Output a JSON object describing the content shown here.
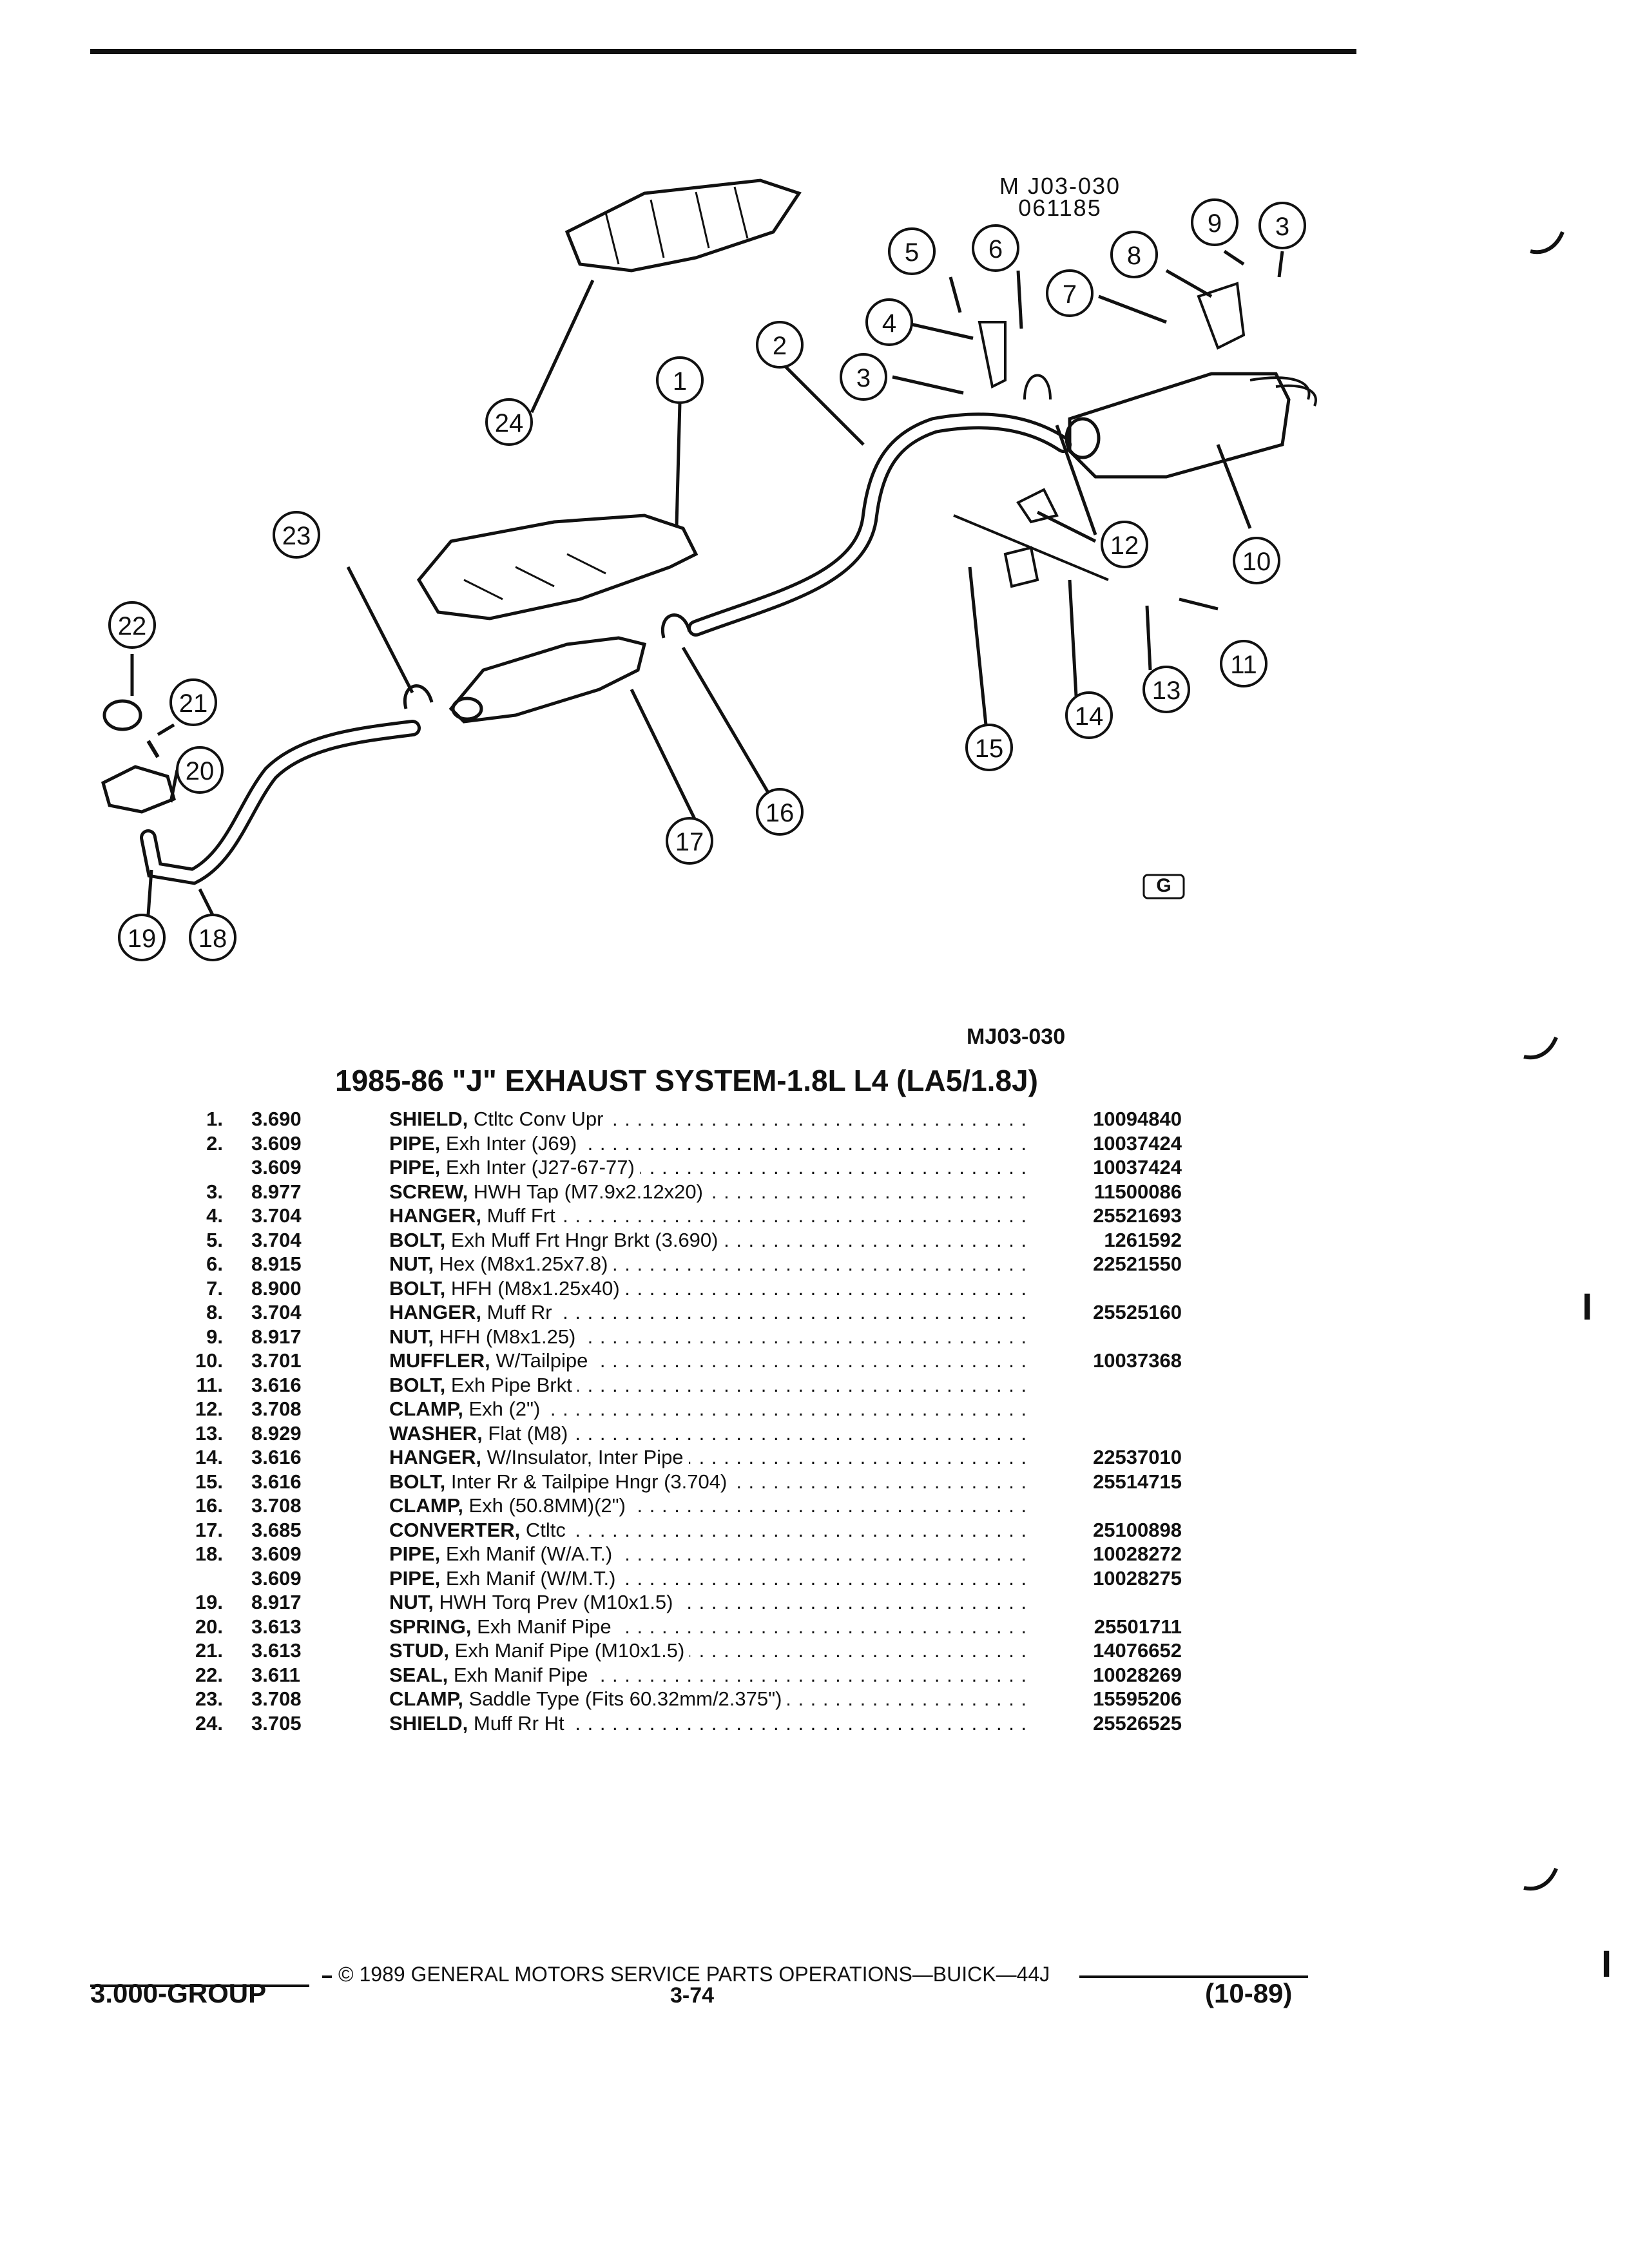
{
  "diagram": {
    "ref_code": "MJ03-030",
    "ref_code_spaced": "M J03-030",
    "ref_date": "061185",
    "logo_letter": "G",
    "callouts": [
      "1",
      "2",
      "3",
      "4",
      "5",
      "6",
      "7",
      "8",
      "9",
      "10",
      "11",
      "12",
      "13",
      "14",
      "15",
      "16",
      "17",
      "18",
      "19",
      "20",
      "21",
      "22",
      "23",
      "24"
    ]
  },
  "title": "1985-86 \"J\" EXHAUST SYSTEM-1.8L L4 (LA5/1.8J)",
  "parts": [
    {
      "no": "1.",
      "group": "3.690",
      "name": "SHIELD,",
      "desc": "Ctltc Conv Upr",
      "pn": "10094840"
    },
    {
      "no": "2.",
      "group": "3.609",
      "name": "PIPE,",
      "desc": "Exh Inter (J69)",
      "pn": "10037424"
    },
    {
      "no": "",
      "group": "3.609",
      "name": "PIPE,",
      "desc": "Exh Inter (J27-67-77)",
      "pn": "10037424"
    },
    {
      "no": "3.",
      "group": "8.977",
      "name": "SCREW,",
      "desc": "HWH Tap (M7.9x2.12x20)",
      "pn": "11500086"
    },
    {
      "no": "4.",
      "group": "3.704",
      "name": "HANGER,",
      "desc": "Muff Frt",
      "pn": "25521693"
    },
    {
      "no": "5.",
      "group": "3.704",
      "name": "BOLT,",
      "desc": "Exh Muff Frt Hngr Brkt (3.690)",
      "pn": "1261592"
    },
    {
      "no": "6.",
      "group": "8.915",
      "name": "NUT,",
      "desc": "Hex (M8x1.25x7.8)",
      "pn": "22521550"
    },
    {
      "no": "7.",
      "group": "8.900",
      "name": "BOLT,",
      "desc": "HFH (M8x1.25x40)",
      "pn": ""
    },
    {
      "no": "8.",
      "group": "3.704",
      "name": "HANGER,",
      "desc": "Muff Rr",
      "pn": "25525160"
    },
    {
      "no": "9.",
      "group": "8.917",
      "name": "NUT,",
      "desc": "HFH (M8x1.25)",
      "pn": ""
    },
    {
      "no": "10.",
      "group": "3.701",
      "name": "MUFFLER,",
      "desc": "W/Tailpipe",
      "pn": "10037368"
    },
    {
      "no": "11.",
      "group": "3.616",
      "name": "BOLT,",
      "desc": "Exh Pipe Brkt",
      "pn": ""
    },
    {
      "no": "12.",
      "group": "3.708",
      "name": "CLAMP,",
      "desc": "Exh (2\")",
      "pn": ""
    },
    {
      "no": "13.",
      "group": "8.929",
      "name": "WASHER,",
      "desc": "Flat (M8)",
      "pn": ""
    },
    {
      "no": "14.",
      "group": "3.616",
      "name": "HANGER,",
      "desc": "W/Insulator, Inter Pipe",
      "pn": "22537010"
    },
    {
      "no": "15.",
      "group": "3.616",
      "name": "BOLT,",
      "desc": "Inter Rr & Tailpipe Hngr (3.704)",
      "pn": "25514715"
    },
    {
      "no": "16.",
      "group": "3.708",
      "name": "CLAMP,",
      "desc": "Exh (50.8MM)(2\")",
      "pn": ""
    },
    {
      "no": "17.",
      "group": "3.685",
      "name": "CONVERTER,",
      "desc": "Ctltc",
      "pn": "25100898"
    },
    {
      "no": "18.",
      "group": "3.609",
      "name": "PIPE,",
      "desc": "Exh Manif (W/A.T.)",
      "pn": "10028272"
    },
    {
      "no": "",
      "group": "3.609",
      "name": "PIPE,",
      "desc": "Exh Manif (W/M.T.)",
      "pn": "10028275"
    },
    {
      "no": "19.",
      "group": "8.917",
      "name": "NUT,",
      "desc": "HWH Torq Prev (M10x1.5)",
      "pn": ""
    },
    {
      "no": "20.",
      "group": "3.613",
      "name": "SPRING,",
      "desc": "Exh Manif Pipe",
      "pn": "25501711"
    },
    {
      "no": "21.",
      "group": "3.613",
      "name": "STUD,",
      "desc": "Exh Manif Pipe (M10x1.5)",
      "pn": "14076652"
    },
    {
      "no": "22.",
      "group": "3.611",
      "name": "SEAL,",
      "desc": "Exh Manif Pipe",
      "pn": "10028269"
    },
    {
      "no": "23.",
      "group": "3.708",
      "name": "CLAMP,",
      "desc": "Saddle Type (Fits 60.32mm/2.375\")",
      "pn": "15595206"
    },
    {
      "no": "24.",
      "group": "3.705",
      "name": "SHIELD,",
      "desc": "Muff Rr Ht",
      "pn": "25526525"
    }
  ],
  "footer": {
    "copyright": "© 1989 GENERAL MOTORS SERVICE PARTS OPERATIONS—BUICK—44J",
    "group": "3.000-GROUP",
    "page": "3-74",
    "date": "(10-89)"
  },
  "margin_marks": [
    "I",
    "I"
  ]
}
